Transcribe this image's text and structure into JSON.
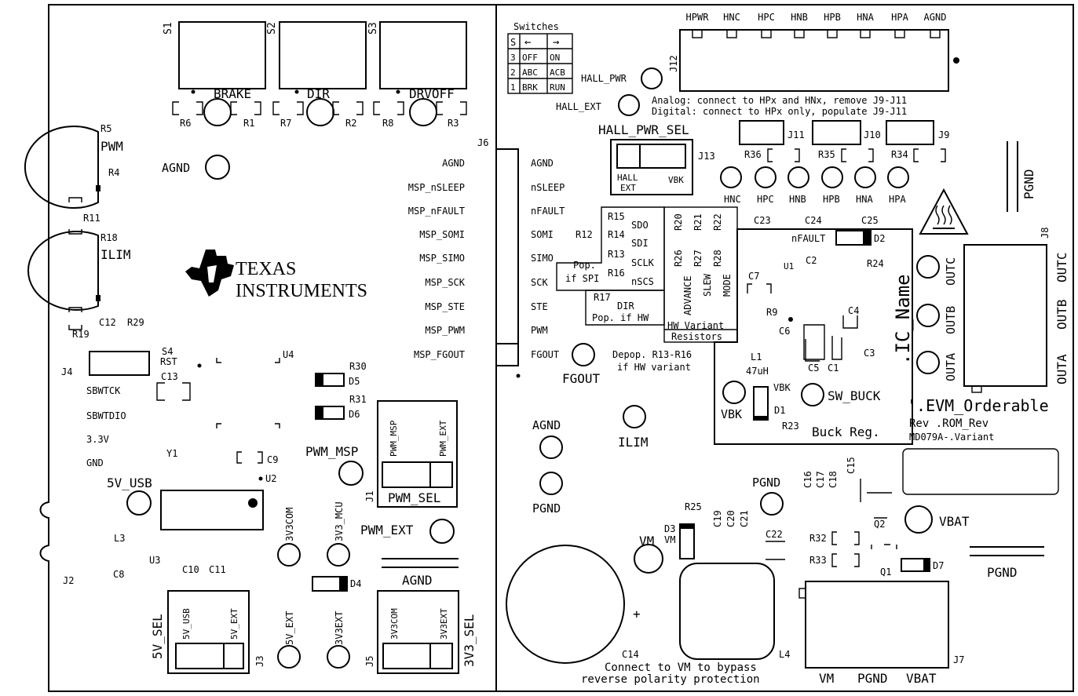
{
  "brand": {
    "line1": "TEXAS",
    "line2": "INSTRUMENTS"
  },
  "switches": {
    "title": "Switches",
    "head": [
      "S",
      "←",
      "→"
    ],
    "rows": [
      [
        "3",
        "OFF",
        "ON"
      ],
      [
        "2",
        "ABC",
        "ACB"
      ],
      [
        "1",
        "BRK",
        "RUN"
      ]
    ],
    "s1": "S1",
    "s2": "S2",
    "s3": "S3",
    "brake": "BRAKE",
    "dir": "DIR",
    "drvoff": "DRVOFF"
  },
  "resistors": {
    "r1": "R1",
    "r2": "R2",
    "r3": "R3",
    "r4": "R4",
    "r5": "R5",
    "r6": "R6",
    "r7": "R7",
    "r8": "R8",
    "r9": "R9",
    "r11": "R11",
    "r12": "R12",
    "r13": "R13",
    "r14": "R14",
    "r15": "R15",
    "r16": "R16",
    "r17": "R17",
    "r18": "R18",
    "r19": "R19",
    "r20": "R20",
    "r21": "R21",
    "r22": "R22",
    "r23": "R23",
    "r24": "R24",
    "r25": "R25",
    "r26": "R26",
    "r27": "R27",
    "r28": "R28",
    "r29": "R29",
    "r30": "R30",
    "r31": "R31",
    "r32": "R32",
    "r33": "R33",
    "r34": "R34",
    "r35": "R35",
    "r36": "R36"
  },
  "caps": {
    "c1": "C1",
    "c2": "C2",
    "c3": "C3",
    "c4": "C4",
    "c5": "C5",
    "c6": "C6",
    "c7": "C7",
    "c8": "C8",
    "c9": "C9",
    "c10": "C10",
    "c11": "C11",
    "c12": "C12",
    "c13": "C13",
    "c14": "C14",
    "c15": "C15",
    "c16": "C16",
    "c17": "C17",
    "c18": "C18",
    "c19": "C19",
    "c20": "C20",
    "c21": "C21",
    "c22": "C22",
    "c23": "C23",
    "c24": "C24",
    "c25": "C25"
  },
  "parts": {
    "u1": "U1",
    "u2": "U2",
    "u3": "U3",
    "u4": "U4",
    "y1": "Y1",
    "s4": "S4",
    "rst": "RST",
    "d1": "D1",
    "d2": "D2",
    "d3": "D3",
    "d4": "D4",
    "d5": "D5",
    "d6": "D6",
    "d7": "D7",
    "q1": "Q1",
    "q2": "Q2",
    "l1": "L1",
    "l1v": "47uH",
    "l3": "L3",
    "l4": "L4"
  },
  "pots": {
    "pwm": "PWM",
    "ilim": "ILIM"
  },
  "testpoints": {
    "agnd": "AGND",
    "pgnd": "PGND",
    "fgout": "FGOUT",
    "ilim": "ILIM",
    "vm": "VM",
    "vbat": "VBAT",
    "vbk": "VBK",
    "sw_buck": "SW_BUCK",
    "hall_pwr": "HALL_PWR",
    "hall_ext": "HALL_EXT",
    "pwm_msp": "PWM_MSP",
    "pwm_ext": "PWM_EXT",
    "v5_usb": "5V_USB",
    "v5_ext": "5V_EXT",
    "v3_com": "3V3COM",
    "v3_mcu": "3V3_MCU",
    "v3_ext": "3V3EXT",
    "hnc": "HNC",
    "hpc": "HPC",
    "hnb": "HNB",
    "hpb": "HPB",
    "hna": "HNA",
    "hpa": "HPA"
  },
  "j6": {
    "name": "J6",
    "left": [
      "AGND",
      "MSP_nSLEEP",
      "MSP_nFAULT",
      "MSP_SOMI",
      "MSP_SIMO",
      "MSP_SCK",
      "MSP_STE",
      "MSP_PWM",
      "MSP_FGOUT"
    ],
    "right": [
      "AGND",
      "nSLEEP",
      "nFAULT",
      "SOMI",
      "SIMO",
      "SCK",
      "STE",
      "PWM",
      "FGOUT"
    ]
  },
  "j12": {
    "name": "J12",
    "pins": [
      "HPWR",
      "HNC",
      "HPC",
      "HNB",
      "HPB",
      "HNA",
      "HPA",
      "AGND"
    ],
    "note1": "Analog: connect to HPx and HNx, remove J9-J11",
    "note2": "Digital: connect to HPx only, populate J9-J11"
  },
  "jumpers": {
    "j9": "J9",
    "j10": "J10",
    "j11": "J11",
    "j13": "J13",
    "hall_sel": "HALL_PWR_SEL",
    "hall_ext1": "HALL",
    "hall_ext2": "EXT",
    "vbk": "VBK",
    "j1": "J1",
    "pwm_sel": "PWM_SEL",
    "pwm_msp": "PWM_MSP",
    "pwm_ext": "PWM_EXT",
    "j3": "J3",
    "sel5v": "5V_SEL",
    "usb5v": "5V_USB",
    "ext5v": "5V_EXT",
    "j5": "J5",
    "sel3v3": "3V3_SEL",
    "com3v3": "3V3COM",
    "ext3v3": "3V3EXT",
    "j2": "J2",
    "j4": "J4",
    "j7": "J7",
    "j8": "J8"
  },
  "j4pins": [
    "SBWTCK",
    "SBWTDIO",
    "3.3V",
    "GND"
  ],
  "spi": {
    "sdo": "SDO",
    "sdi": "SDI",
    "sclk": "SCLK",
    "nscs": "nSCS",
    "pop": "Pop.",
    "if_spi": "if SPI",
    "dir": "DIR",
    "pop_hw": "Pop. if HW"
  },
  "hw": {
    "advance": "ADVANCE",
    "slew": "SLEW",
    "mode": "MODE",
    "line1": "HW Variant",
    "line2": "Resistors"
  },
  "notes": {
    "depop1": "Depop. R13-R16",
    "depop2": "if HW variant",
    "buck": "Buck Reg.",
    "nfault": "nFAULT",
    "ic": ".IC_Name",
    "evm": "'.EVM_Orderable",
    "rev": "Rev .ROM_Rev",
    "md": "MD079A-.Variant",
    "bypass1": "Connect to VM to bypass",
    "bypass2": "reverse polarity protection",
    "plus": "+"
  },
  "outputs": {
    "outc": "OUTC",
    "outb": "OUTB",
    "outa": "OUTA"
  },
  "j7pins": [
    "VM",
    "PGND",
    "VBAT"
  ]
}
